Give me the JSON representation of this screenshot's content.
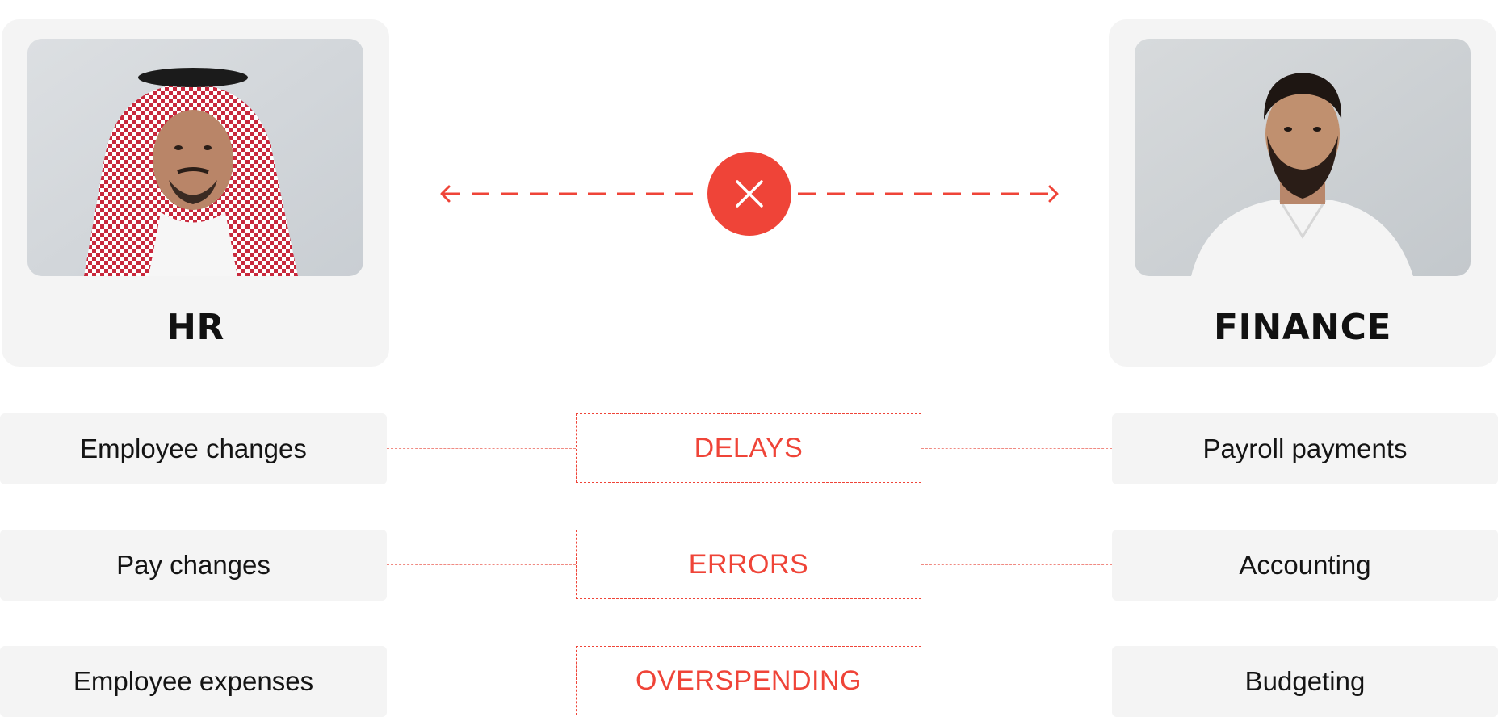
{
  "colors": {
    "accent": "#ef4438",
    "card_bg": "#f4f4f4",
    "text": "#111111"
  },
  "hr_card": {
    "title": "HR",
    "photo": "person-in-red-keffiyeh-photo"
  },
  "finance_card": {
    "title": "FINANCE",
    "photo": "bearded-man-in-white-thobe-photo"
  },
  "connector": {
    "icon": "close-icon",
    "arrows": "double-headed-dashed-arrow"
  },
  "rows": [
    {
      "left": "Employee changes",
      "middle": "DELAYS",
      "right": "Payroll payments"
    },
    {
      "left": "Pay changes",
      "middle": "ERRORS",
      "right": "Accounting"
    },
    {
      "left": "Employee expenses",
      "middle": "OVERSPENDING",
      "right": "Budgeting"
    }
  ]
}
